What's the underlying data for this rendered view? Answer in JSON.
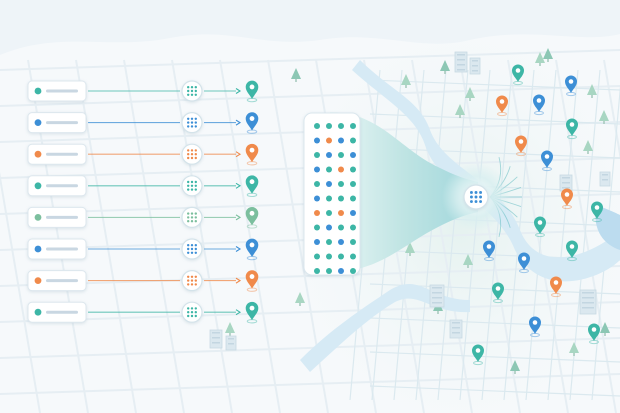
{
  "palette": {
    "background": "#f6f9fb",
    "teal": "#3db6a6",
    "blue": "#3d8fd6",
    "orange": "#f08a4b",
    "sage": "#7cbf9e",
    "river": "#cfe6f3"
  },
  "input_rows": [
    {
      "color": "teal",
      "icon": "grid-node-icon",
      "pin": "location-pin-icon"
    },
    {
      "color": "blue",
      "icon": "grid-node-icon",
      "pin": "location-pin-icon"
    },
    {
      "color": "orange",
      "icon": "grid-node-icon",
      "pin": "location-pin-icon"
    },
    {
      "color": "teal",
      "icon": "grid-node-icon",
      "pin": "location-pin-icon"
    },
    {
      "color": "sage",
      "icon": "grid-node-icon",
      "pin": "location-pin-icon"
    },
    {
      "color": "blue",
      "icon": "grid-node-icon",
      "pin": "location-pin-icon"
    },
    {
      "color": "orange",
      "icon": "grid-node-icon",
      "pin": "location-pin-icon"
    },
    {
      "color": "teal",
      "icon": "grid-node-icon",
      "pin": "location-pin-icon"
    }
  ],
  "matrix": {
    "rows": [
      [
        "teal",
        "teal",
        "teal",
        "teal"
      ],
      [
        "blue",
        "orange",
        "blue",
        "teal"
      ],
      [
        "teal",
        "blue",
        "teal",
        "blue"
      ],
      [
        "blue",
        "teal",
        "orange",
        "teal"
      ],
      [
        "teal",
        "blue",
        "teal",
        "teal"
      ],
      [
        "blue",
        "teal",
        "teal",
        "teal"
      ],
      [
        "orange",
        "teal",
        "orange",
        "blue"
      ],
      [
        "teal",
        "blue",
        "teal",
        "teal"
      ],
      [
        "blue",
        "teal",
        "blue",
        "teal"
      ],
      [
        "teal",
        "teal",
        "teal",
        "teal"
      ],
      [
        "teal",
        "teal",
        "blue",
        "teal"
      ]
    ]
  },
  "hub": {
    "icon": "grid-node-icon"
  },
  "map_pins": [
    {
      "color": "teal"
    },
    {
      "color": "blue"
    },
    {
      "color": "orange"
    },
    {
      "color": "blue"
    },
    {
      "color": "orange"
    },
    {
      "color": "teal"
    },
    {
      "color": "blue"
    },
    {
      "color": "blue"
    },
    {
      "color": "orange"
    },
    {
      "color": "teal"
    },
    {
      "color": "teal"
    },
    {
      "color": "teal"
    },
    {
      "color": "blue"
    },
    {
      "color": "teal"
    },
    {
      "color": "orange"
    },
    {
      "color": "teal"
    },
    {
      "color": "blue"
    },
    {
      "color": "teal"
    }
  ]
}
